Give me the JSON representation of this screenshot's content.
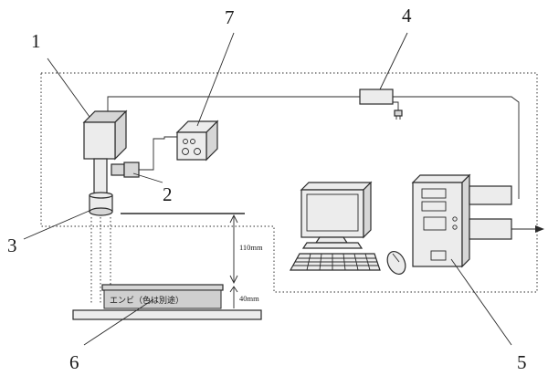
{
  "labels": {
    "l1": "1",
    "l2": "2",
    "l3": "3",
    "l4": "4",
    "l5": "5",
    "l6": "6",
    "l7": "7"
  },
  "dimensions": {
    "height_top": "110mm",
    "height_bottom": "40mm"
  },
  "sample_text": "エンビ（色は別途）"
}
